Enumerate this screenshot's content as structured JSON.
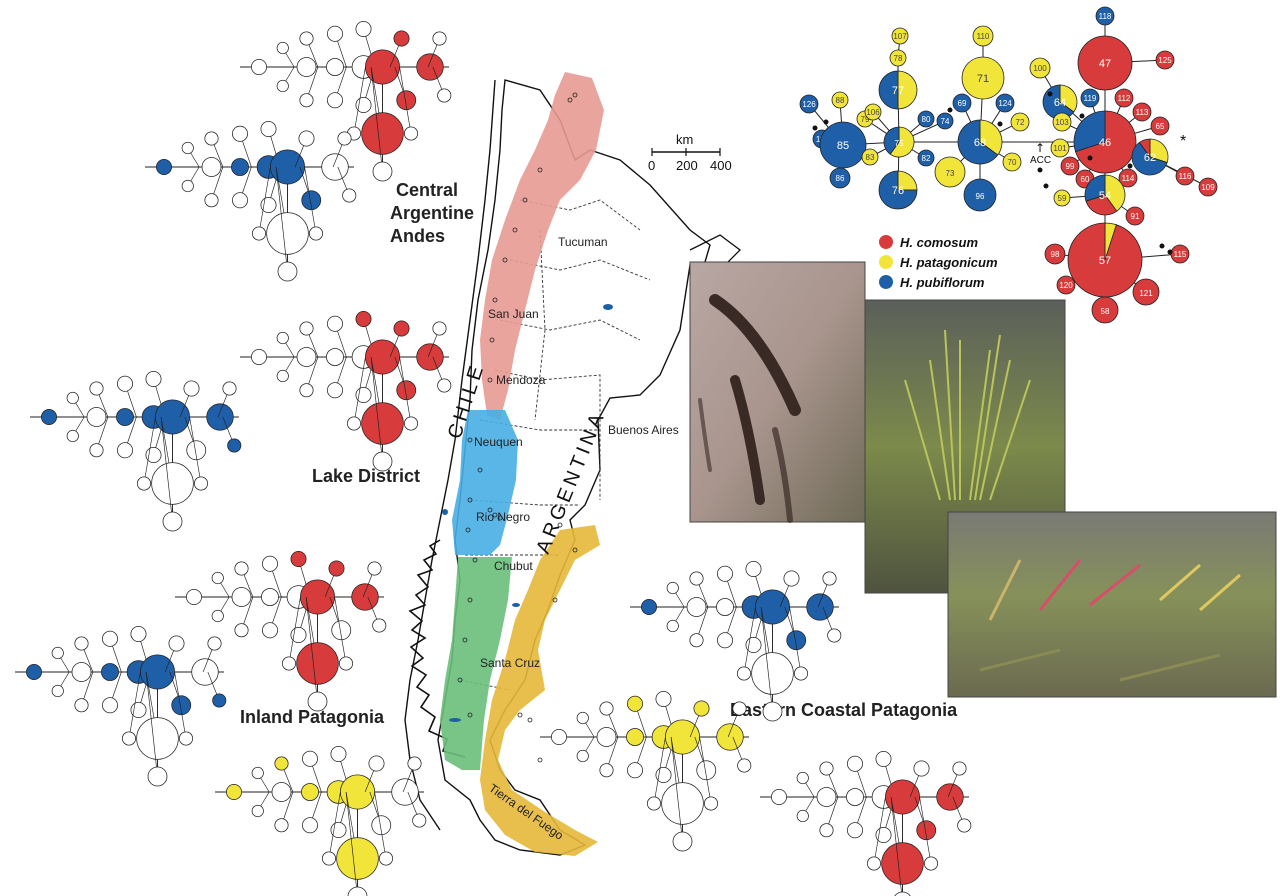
{
  "colors": {
    "comosum": "#d73b3b",
    "patagonicum": "#f2e53a",
    "pubiflorum": "#1f5fa8",
    "andes_region": "#e89a94",
    "lake_region": "#47aee3",
    "inland_region": "#6abf7b",
    "coastal_region": "#e6b83a"
  },
  "regions": {
    "central_andes": [
      "Central",
      "Argentine",
      "Andes"
    ],
    "lake_district": "Lake District",
    "inland_patagonia": "Inland Patagonia",
    "eastern_coastal": "Eastern Coastal Patagonia"
  },
  "map": {
    "countries": {
      "chile": "CHILE",
      "argentina": "ARGENTINA"
    },
    "provinces": [
      "Tucuman",
      "San Juan",
      "Mendoza",
      "Neuquen",
      "Buenos Aires",
      "Rio Negro",
      "Chubut",
      "Santa Cruz",
      "Tierra del Fuego"
    ],
    "scale": {
      "unit": "km",
      "ticks": [
        "0",
        "200",
        "400"
      ]
    }
  },
  "legend": [
    {
      "name": "H. comosum",
      "color": "#d73b3b"
    },
    {
      "name": "H. patagonicum",
      "color": "#f2e53a"
    },
    {
      "name": "H. pubiflorum",
      "color": "#1f5fa8"
    }
  ],
  "network": {
    "acc_label": "ACC",
    "asterisk": "*",
    "nodes": [
      {
        "id": "118",
        "color": "blue"
      },
      {
        "id": "47",
        "color": "red"
      },
      {
        "id": "125",
        "color": "red"
      },
      {
        "id": "110",
        "color": "yellow"
      },
      {
        "id": "107",
        "color": "yellow"
      },
      {
        "id": "78",
        "color": "yellow"
      },
      {
        "id": "71",
        "color": "yellow"
      },
      {
        "id": "100",
        "color": "yellow"
      },
      {
        "id": "77",
        "color": "mixed"
      },
      {
        "id": "64",
        "color": "mixed"
      },
      {
        "id": "119",
        "color": "blue"
      },
      {
        "id": "112",
        "color": "red"
      },
      {
        "id": "126",
        "color": "blue"
      },
      {
        "id": "88",
        "color": "yellow"
      },
      {
        "id": "79",
        "color": "yellow"
      },
      {
        "id": "106",
        "color": "yellow"
      },
      {
        "id": "69",
        "color": "blue"
      },
      {
        "id": "124",
        "color": "blue"
      },
      {
        "id": "72",
        "color": "yellow"
      },
      {
        "id": "103",
        "color": "yellow"
      },
      {
        "id": "113",
        "color": "red"
      },
      {
        "id": "65",
        "color": "red"
      },
      {
        "id": "111",
        "color": "blue"
      },
      {
        "id": "85",
        "color": "blue"
      },
      {
        "id": "80",
        "color": "blue"
      },
      {
        "id": "74",
        "color": "blue"
      },
      {
        "id": "75",
        "color": "mixed"
      },
      {
        "id": "68",
        "color": "mixed"
      },
      {
        "id": "46",
        "color": "mixed"
      },
      {
        "id": "101",
        "color": "yellow"
      },
      {
        "id": "62",
        "color": "mixed"
      },
      {
        "id": "83",
        "color": "yellow"
      },
      {
        "id": "82",
        "color": "blue"
      },
      {
        "id": "70",
        "color": "yellow"
      },
      {
        "id": "99",
        "color": "red"
      },
      {
        "id": "86",
        "color": "blue"
      },
      {
        "id": "73",
        "color": "yellow"
      },
      {
        "id": "60",
        "color": "red"
      },
      {
        "id": "114",
        "color": "red"
      },
      {
        "id": "116",
        "color": "red"
      },
      {
        "id": "109",
        "color": "red"
      },
      {
        "id": "76",
        "color": "mixed"
      },
      {
        "id": "96",
        "color": "blue"
      },
      {
        "id": "54",
        "color": "mixed"
      },
      {
        "id": "59",
        "color": "yellow"
      },
      {
        "id": "91",
        "color": "red"
      },
      {
        "id": "57",
        "color": "mixed"
      },
      {
        "id": "98",
        "color": "red"
      },
      {
        "id": "115",
        "color": "red"
      },
      {
        "id": "120",
        "color": "red"
      },
      {
        "id": "121",
        "color": "red"
      },
      {
        "id": "58",
        "color": "red"
      }
    ]
  }
}
